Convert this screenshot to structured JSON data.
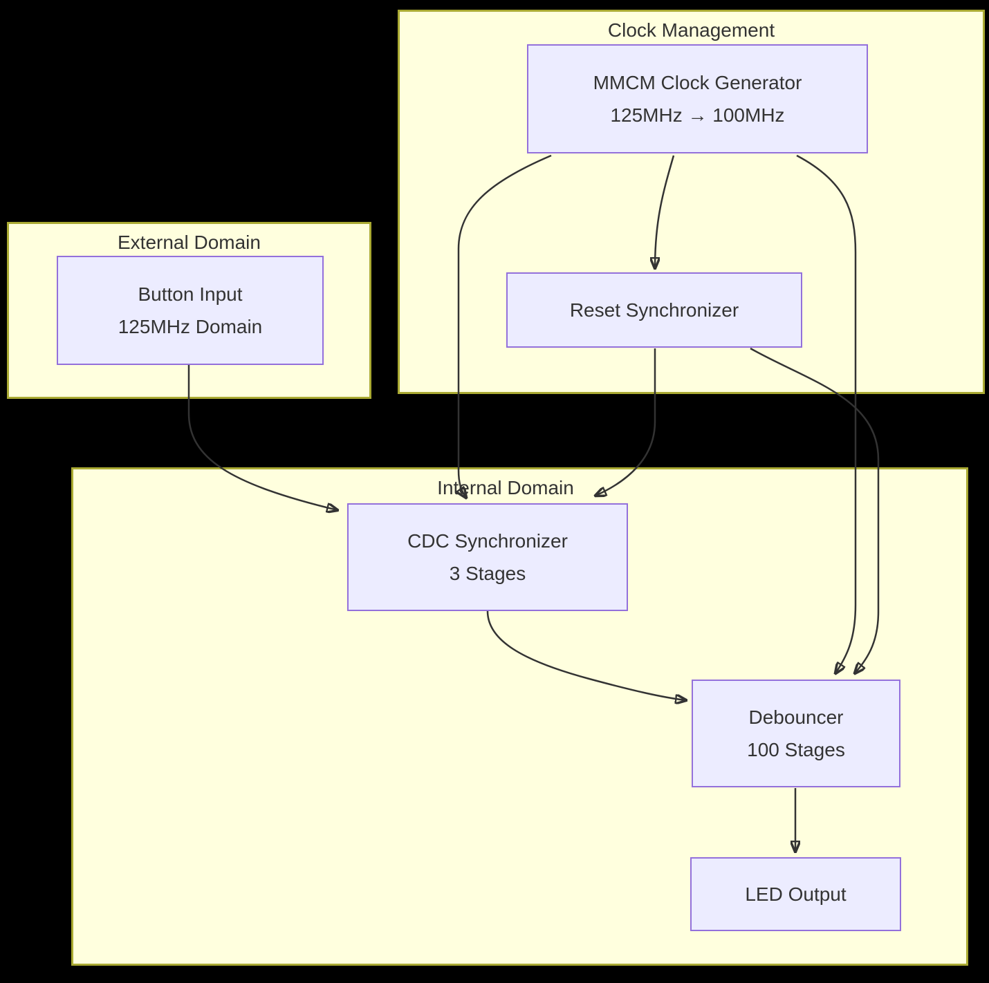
{
  "diagram": {
    "type": "flowchart",
    "direction": "top-down",
    "subgraphs": [
      {
        "id": "clock_management",
        "label": "Clock Management"
      },
      {
        "id": "external_domain",
        "label": "External Domain"
      },
      {
        "id": "internal_domain",
        "label": "Internal Domain"
      }
    ],
    "nodes": {
      "mmcm": {
        "line1": "MMCM Clock Generator",
        "line2": "125MHz → 100MHz",
        "subgraph": "Clock Management"
      },
      "reset_sync": {
        "line1": "Reset Synchronizer",
        "line2": "",
        "subgraph": "Clock Management"
      },
      "button_input": {
        "line1": "Button Input",
        "line2": "125MHz Domain",
        "subgraph": "External Domain"
      },
      "cdc_sync": {
        "line1": "CDC Synchronizer",
        "line2": "3 Stages",
        "subgraph": "Internal Domain"
      },
      "debouncer": {
        "line1": "Debouncer",
        "line2": "100 Stages",
        "subgraph": "Internal Domain"
      },
      "led_output": {
        "line1": "LED Output",
        "line2": "",
        "subgraph": "Internal Domain"
      }
    },
    "edges": [
      {
        "from": "MMCM Clock Generator",
        "to": "Reset Synchronizer"
      },
      {
        "from": "MMCM Clock Generator",
        "to": "CDC Synchronizer"
      },
      {
        "from": "MMCM Clock Generator",
        "to": "Debouncer"
      },
      {
        "from": "Reset Synchronizer",
        "to": "CDC Synchronizer"
      },
      {
        "from": "Reset Synchronizer",
        "to": "Debouncer"
      },
      {
        "from": "Button Input",
        "to": "CDC Synchronizer"
      },
      {
        "from": "CDC Synchronizer",
        "to": "Debouncer"
      },
      {
        "from": "Debouncer",
        "to": "LED Output"
      }
    ],
    "colors": {
      "background": "#000000",
      "subgraph_fill": "#ffffde",
      "subgraph_border": "#aaaa33",
      "node_fill": "#ececff",
      "node_border": "#9370db",
      "text": "#333333",
      "edge": "#333333"
    }
  }
}
